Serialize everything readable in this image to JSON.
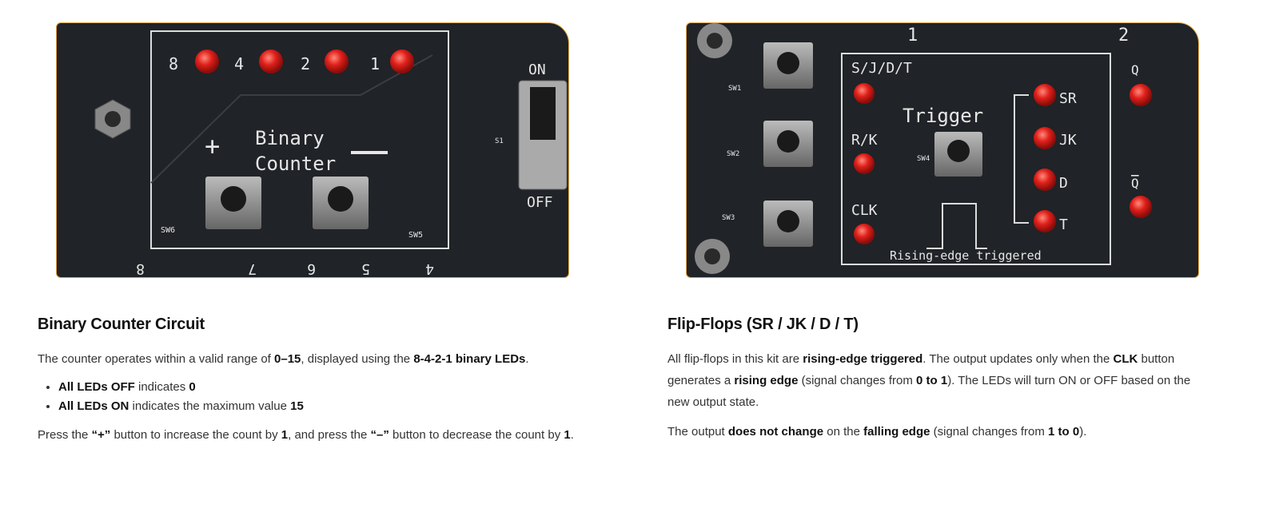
{
  "colors": {
    "accent_border": "#e7a43f",
    "board": "#202327",
    "led": "#e0201b",
    "text": "#333333"
  },
  "left_image": {
    "led_labels": [
      "8",
      "4",
      "2",
      "1"
    ],
    "title_line1": "Binary",
    "title_line2": "Counter",
    "plus": "+",
    "minus": "—",
    "switch_on": "ON",
    "switch_off": "OFF",
    "switch_id": "S1",
    "sw_left": "SW6",
    "sw_right": "SW5",
    "bottom_numbers": [
      "8",
      "7",
      "6",
      "5",
      "4"
    ]
  },
  "right_image": {
    "col_labels": [
      "1",
      "2"
    ],
    "inputs": [
      "S/J/D/T",
      "R/K",
      "CLK"
    ],
    "sw_labels": [
      "SW1",
      "SW2",
      "SW3",
      "SW4"
    ],
    "trigger": "Trigger",
    "outputs": [
      "SR",
      "JK",
      "D",
      "T"
    ],
    "q": "Q",
    "q_bar": "Q",
    "caption": "Rising-edge triggered"
  },
  "binary_counter": {
    "heading": "Binary Counter Circuit",
    "p1": {
      "a": "The counter operates within a valid range of ",
      "b1": "0–15",
      "c": ", displayed using the ",
      "b2": "8-4-2-1 binary LEDs",
      "d": "."
    },
    "bullets": [
      {
        "b": "All LEDs OFF",
        "t": " indicates ",
        "v": "0"
      },
      {
        "b": "All LEDs ON",
        "t": " indicates the maximum value ",
        "v": "15"
      }
    ],
    "p2": {
      "a": "Press the ",
      "b1": "“+”",
      "c": " button to increase the count by ",
      "b2": "1",
      "d": ", and press the ",
      "b3": "“–”",
      "e": " button to decrease the count by ",
      "b4": "1",
      "f": "."
    }
  },
  "flip_flops": {
    "heading": "Flip-Flops (SR / JK / D / T)",
    "p1": {
      "a": "All flip-flops in this kit are ",
      "b1": "rising-edge triggered",
      "c": ". The output updates only when the ",
      "b2": "CLK",
      "d": " button generates a ",
      "b3": "rising edge",
      "e": " (signal changes from ",
      "b4": "0 to 1",
      "f": "). The LEDs will turn ON or OFF based on the new output state."
    },
    "p2": {
      "a": "The output ",
      "b1": "does not change",
      "c": " on the ",
      "b2": "falling edge",
      "d": " (signal changes from ",
      "b3": "1 to 0",
      "e": ")."
    }
  }
}
